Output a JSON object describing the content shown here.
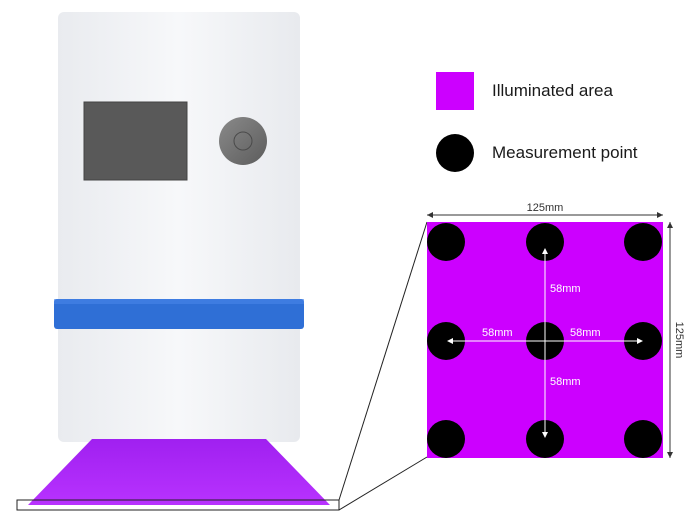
{
  "legend": {
    "illuminated_label": "Illuminated area",
    "measurement_label": "Measurement point"
  },
  "dimensions": {
    "width_label": "125mm",
    "height_label": "125mm",
    "spacing_up": "58mm",
    "spacing_down": "58mm",
    "spacing_left": "58mm",
    "spacing_right": "58mm"
  },
  "grid": {
    "rows": 3,
    "cols": 3
  },
  "colors": {
    "illuminated": "#cc00ff",
    "point": "#000000",
    "band": "#2f6fd6",
    "device_body": "#f4f5f7",
    "screen": "#595959",
    "knob": "#6d6d6d"
  }
}
